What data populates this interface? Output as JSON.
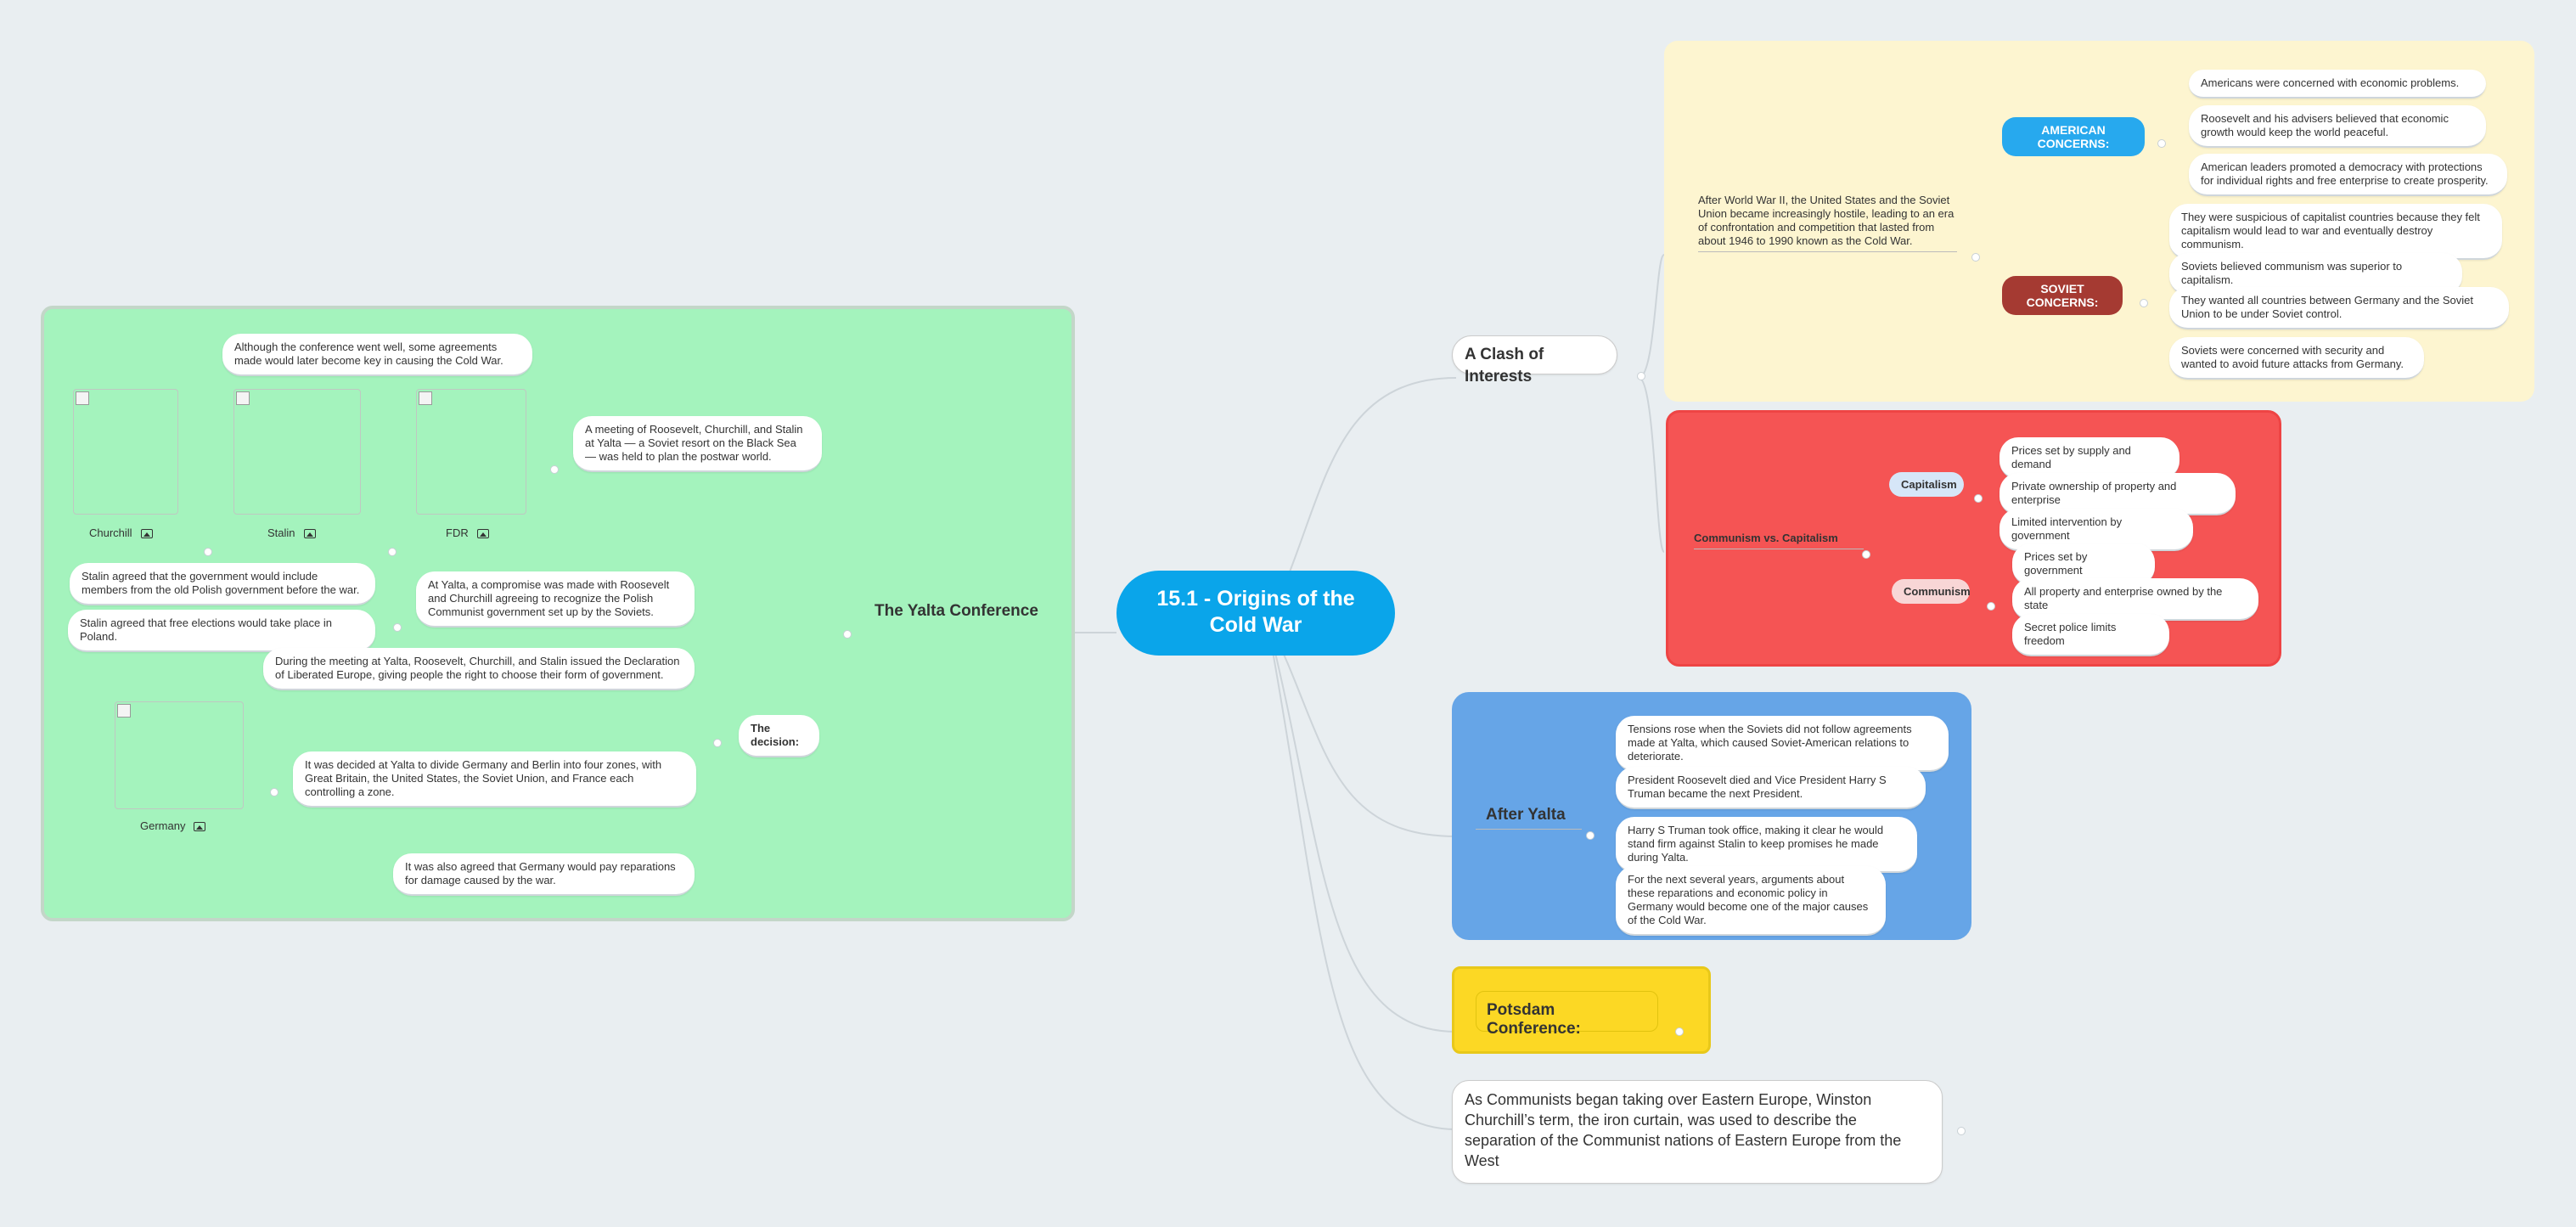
{
  "central": {
    "title": "15.1 - Origins of the Cold War"
  },
  "clash": {
    "title": "A Clash of Interests",
    "intro": "After World War II, the United States and the Soviet Union became increasingly hostile, leading to an era of confrontation and competition that lasted from about 1946 to 1990 known as the Cold War.",
    "american_label": "AMERICAN CONCERNS:",
    "american": [
      "Americans were concerned with economic problems.",
      "Roosevelt and his advisers believed that economic growth would keep the world peaceful.",
      "American leaders promoted a democracy with protections for individual rights and free enterprise to create prosperity."
    ],
    "soviet_label": "SOVIET CONCERNS:",
    "soviet": [
      "They were suspicious of capitalist countries because they felt capitalism would lead to war and eventually destroy communism.",
      "Soviets believed communism was superior to capitalism.",
      "They wanted all countries between Germany and the Soviet Union to be under Soviet control.",
      "Soviets were concerned with security and wanted to avoid future attacks from Germany."
    ]
  },
  "cvc": {
    "title": "Communism vs. Capitalism",
    "capitalism_label": "Capitalism",
    "capitalism": [
      "Prices set by supply and demand",
      "Private ownership of property and enterprise",
      "Limited intervention by government"
    ],
    "communism_label": "Communism",
    "communism": [
      "Prices set by government",
      "All property and enterprise owned by the state",
      "Secret police limits freedom"
    ]
  },
  "after": {
    "title": "After Yalta",
    "items": [
      "Tensions rose when the Soviets did not follow agreements made at Yalta, which caused Soviet-American relations to deteriorate.",
      "President Roosevelt died and Vice President Harry S Truman became the next President.",
      "Harry S Truman took office, making it clear he would stand firm against Stalin to keep promises he made during Yalta.",
      "For the next several years, arguments about these reparations and economic policy in Germany would become one of the major causes of the Cold War."
    ]
  },
  "potsdam": {
    "title": "Potsdam Conference:"
  },
  "iron": {
    "text": "As Communists began taking over Eastern Europe, Winston Churchill’s term, the iron curtain, was used to describe the separation of the Communist nations of Eastern Europe from the West"
  },
  "yalta": {
    "title": "The Yalta Conference",
    "top_note": "Although the conference went well, some agreements made would later become key in causing the Cold War.",
    "meeting": "A meeting of Roosevelt, Churchill, and Stalin at Yalta — a Soviet resort on the Black Sea — was held to plan the postwar world.",
    "compromise": "At Yalta, a compromise was made with Roosevelt and Churchill agreeing to recognize the Polish Communist government set up by the Soviets.",
    "poland_gov": "Stalin agreed that the government would include members from the old Polish government before the war.",
    "poland_elections": "Stalin agreed that free elections would take place in Poland.",
    "decision_label": "The decision:",
    "declaration": "During the meeting at Yalta, Roosevelt, Churchill, and Stalin issued the Declaration of Liberated Europe, giving people the right to choose their form of government.",
    "divide": "It was decided at Yalta to divide Germany and Berlin into four zones, with Great Britain, the United States, the Soviet Union, and France each controlling a zone.",
    "reparations": "It was also agreed that Germany would pay reparations for damage caused by the war.",
    "images": [
      "Churchill",
      "Stalin",
      "FDR",
      "Germany"
    ]
  },
  "colors": {
    "central": "#0aa5ea",
    "american": "#27a9ee",
    "soviet": "#a53a32",
    "clash_bg": "#fdf5d0",
    "cvc_bg": "#f55454",
    "after_bg": "#66a5e7",
    "potsdam_bg": "#fcd824",
    "yalta_bg": "#a4f3bd"
  }
}
